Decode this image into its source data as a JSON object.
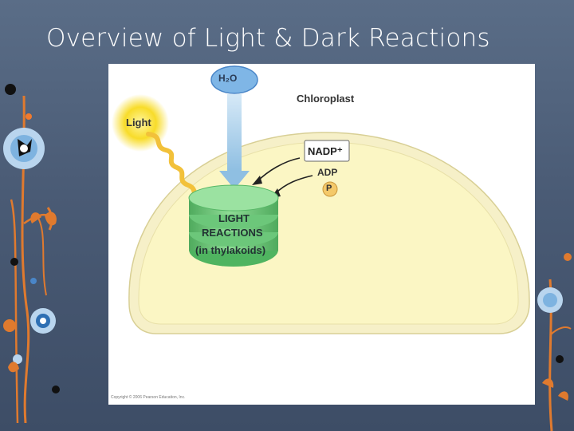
{
  "slide": {
    "title": "Overview of Light & Dark Reactions"
  },
  "diagram": {
    "h2o": "H₂O",
    "chloroplast": "Chloroplast",
    "light": "Light",
    "nadp": "NADP⁺",
    "adp": "ADP",
    "adp_plus": "",
    "phosphate": "P",
    "light_reactions_line1": "LIGHT",
    "light_reactions_line2": "REACTIONS",
    "light_reactions_line3": "(in thylakoids)",
    "copyright": "Copyright © 2006 Pearson Education, Inc."
  },
  "colors": {
    "background": "#4a5b75",
    "chloroplast_fill": "#fbf5c0",
    "thylakoid": "#6cc77a",
    "sun": "#f5d21c",
    "arrow": "#a9cde6"
  }
}
